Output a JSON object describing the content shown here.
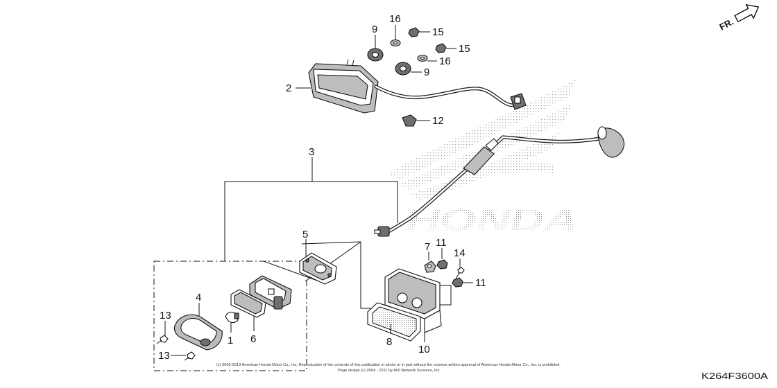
{
  "diagram": {
    "parts": {
      "p1": "1",
      "p2": "2",
      "p3": "3",
      "p4": "4",
      "p5": "5",
      "p6": "6",
      "p7": "7",
      "p8": "8",
      "p9a": "9",
      "p9b": "9",
      "p10": "10",
      "p11a": "11",
      "p11b": "11",
      "p12": "12",
      "p13a": "13",
      "p13b": "13",
      "p14": "14",
      "p15a": "15",
      "p15b": "15",
      "p16a": "16",
      "p16b": "16"
    },
    "watermark": "HONDA",
    "direction_marker": "FR.",
    "copyright_line1": "(c) 2002-2013 American Honda Motor Co., Inc. Reproduction of the contents of this publication in whole or in part without the express written approval of American Honda Motor Co., Inc. is prohibited.",
    "copyright_line2": "Page design (c) 2004 - 2011 by ARI Network Services, Inc.",
    "figure_code": "K264F3600A"
  }
}
